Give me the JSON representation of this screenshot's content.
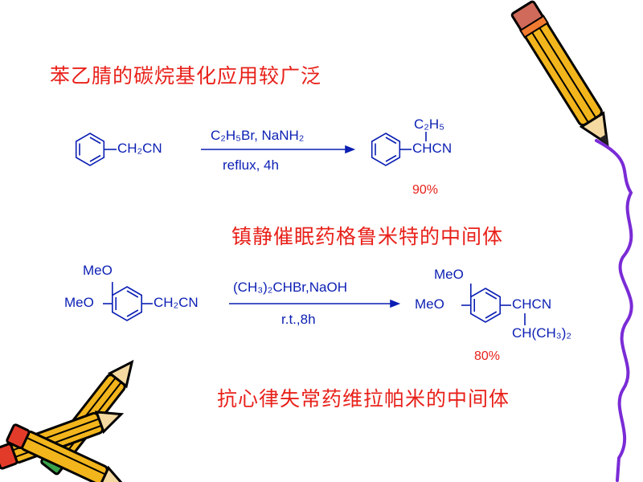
{
  "titles": {
    "heading": "苯乙腈的碳烷基化应用较广泛",
    "caption1": "镇静催眠药格鲁米特的中间体",
    "caption2": "抗心律失常药维拉帕米的中间体"
  },
  "reaction1": {
    "reactant_group": "CH₂CN",
    "reagent": "C₂H₅Br, NaNH₂",
    "condition": "reflux, 4h",
    "product_substituent": "C₂H₅",
    "product_group": "CHCN",
    "yield": "90%"
  },
  "reaction2": {
    "reactant_meo_top": "MeO",
    "reactant_meo_left": "MeO",
    "reactant_group": "CH₂CN",
    "reagent": "(CH₃)₂CHBr,NaOH",
    "condition": "r.t.,8h",
    "product_meo_top": "MeO",
    "product_meo_left": "MeO",
    "product_group": "CHCN",
    "product_substituent": "CH(CH₃)₂",
    "yield": "80%"
  },
  "colors": {
    "title_red": "#e8211a",
    "chem_blue": "#0b1fb3",
    "pencil_yellow": "#f2b51c",
    "stroke_purple": "#7a2bd6"
  },
  "icons": [
    "pencil-icon",
    "crayon-icon"
  ]
}
